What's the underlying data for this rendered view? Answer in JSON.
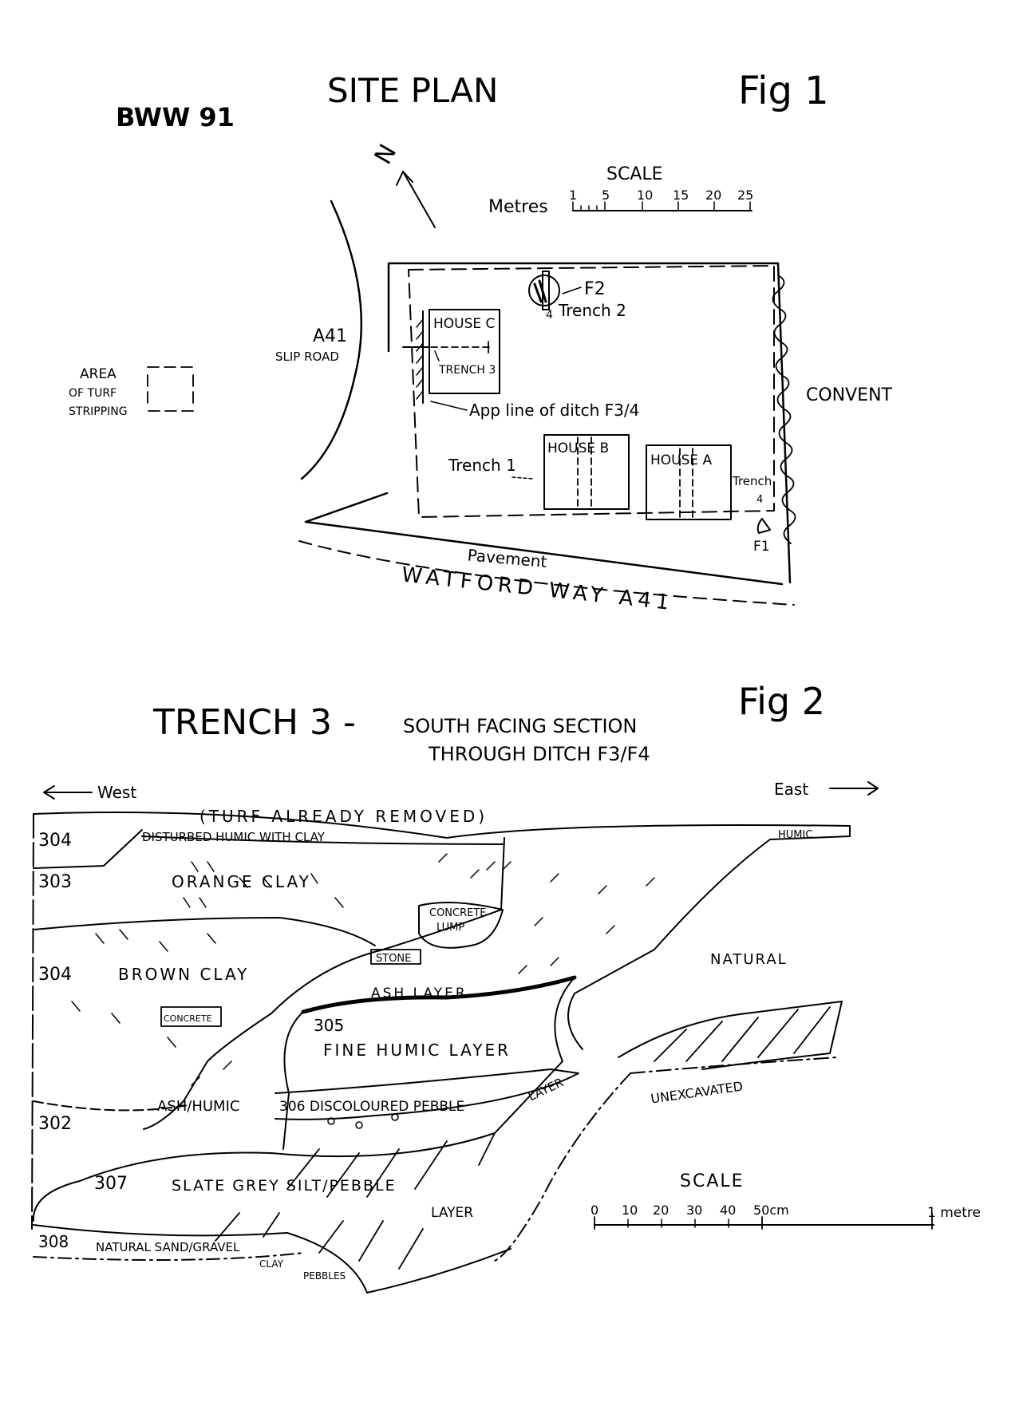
{
  "fig1": {
    "site_code": "BWW 91",
    "title": "SITE PLAN",
    "fig_label": "Fig 1",
    "north": "N",
    "scale_title": "SCALE",
    "scale_unit": "Metres",
    "scale_ticks": [
      "1",
      "5",
      "10",
      "15",
      "20",
      "25"
    ],
    "road_label_1": "A41",
    "road_label_2": "SLIP ROAD",
    "turf_1": "AREA",
    "turf_2": "OF TURF",
    "turf_3": "STRIPPING",
    "f2": "F2",
    "trench2": "Trench 2",
    "trench2_num": "4",
    "house_c": "HOUSE C",
    "trench3": "TRENCH 3",
    "ditch": "App line of ditch F3/4",
    "convent": "CONVENT",
    "house_b": "HOUSE B",
    "house_a": "HOUSE A",
    "trench1": "Trench 1",
    "trench4": "Trench",
    "trench4_num": "4",
    "f1": "F1",
    "pavement": "Pavement",
    "watford": "WATFORD WAY A41"
  },
  "fig2": {
    "title": "TRENCH 3 -",
    "subtitle_1": "SOUTH FACING SECTION",
    "subtitle_2": "THROUGH DITCH F3/F4",
    "fig_label": "Fig 2",
    "west": "West",
    "east": "East",
    "turf": "(TURF ALREADY REMOVED)",
    "humic": "HUMIC",
    "l304a_num": "304",
    "l304a": "DISTURBED HUMIC WITH CLAY",
    "l303_num": "303",
    "l303": "ORANGE CLAY",
    "concrete_1": "CONCRETE",
    "concrete_2": "LUMP",
    "stone": "STONE",
    "natural": "NATURAL",
    "l304b_num": "304",
    "l304b": "BROWN CLAY",
    "ash_layer": "ASH LAYER",
    "concrete_small": "CONCRETE",
    "l305_num": "305",
    "l305": "FINE HUMIC LAYER",
    "ash_humic": "ASH/HUMIC",
    "l306": "306 DISCOLOURED PEBBLE",
    "layer": "LAYER",
    "unexcavated": "UNEXCAVATED",
    "l302_num": "302",
    "l307_num": "307",
    "l307": "SLATE GREY SILT/PEBBLE",
    "l307_2": "LAYER",
    "l308_num": "308",
    "l308": "NATURAL SAND/GRAVEL",
    "clay": "CLAY",
    "pebbles": "PEBBLES",
    "scale_title": "SCALE",
    "scale_ticks": [
      "0",
      "10",
      "20",
      "30",
      "40",
      "50cm"
    ],
    "scale_end": "1 metre"
  }
}
